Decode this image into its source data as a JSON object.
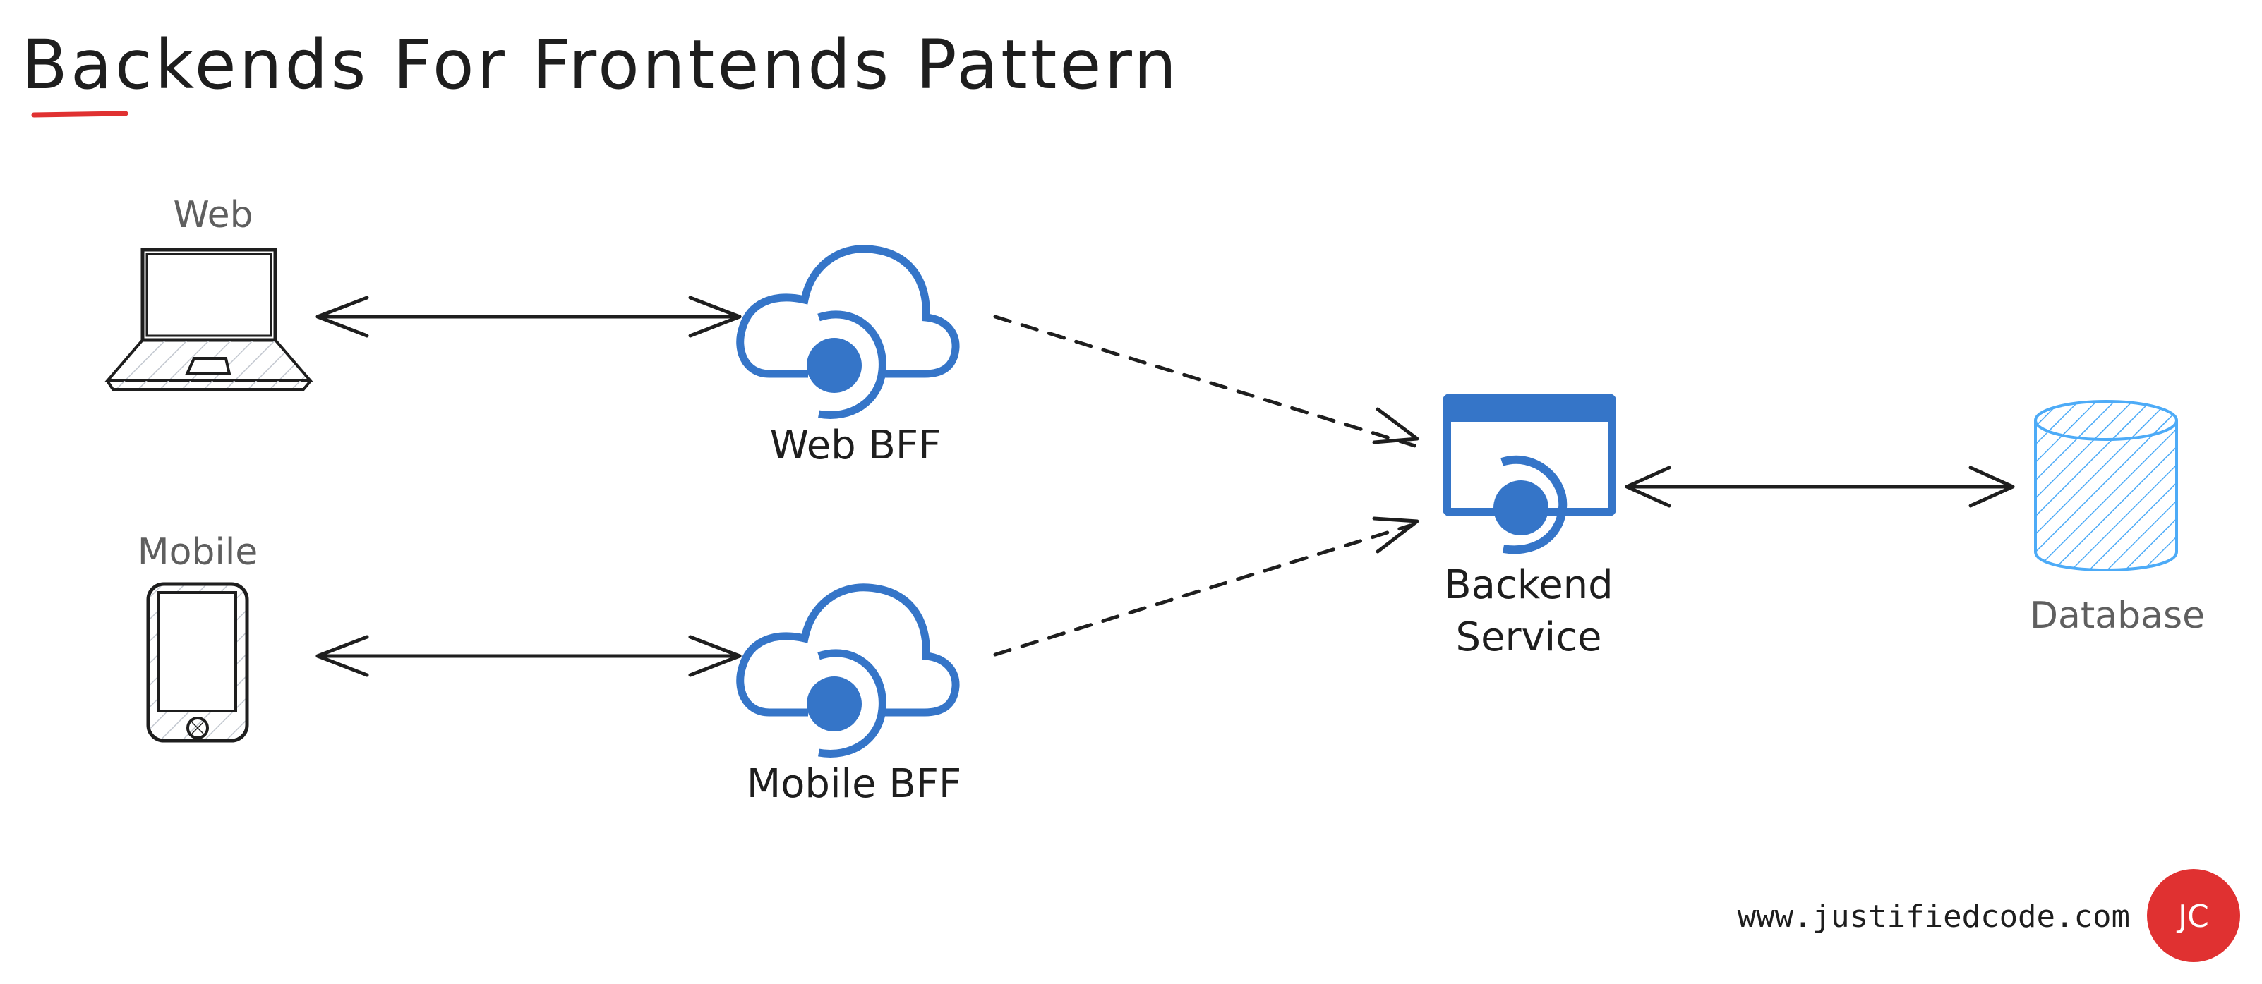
{
  "title": "Backends For Frontends Pattern",
  "colors": {
    "accent_underline": "#e03131",
    "service_blue": "#3575c8",
    "database_blue": "#4dabf7",
    "ink": "#1e1e1e",
    "muted_label": "#5f5f5f",
    "hatch_gray": "#c3c8d0",
    "badge_red": "#e03131"
  },
  "nodes": {
    "web_client": {
      "label": "Web",
      "icon": "laptop-icon"
    },
    "mobile_client": {
      "label": "Mobile",
      "icon": "smartphone-icon"
    },
    "web_bff": {
      "label": "Web BFF",
      "icon": "cloud-service-icon"
    },
    "mobile_bff": {
      "label": "Mobile BFF",
      "icon": "cloud-service-icon"
    },
    "backend_service": {
      "label_line1": "Backend",
      "label_line2": "Service",
      "icon": "app-service-icon"
    },
    "database": {
      "label": "Database",
      "icon": "database-cylinder-icon"
    }
  },
  "edges": [
    {
      "from": "Web",
      "to": "Web BFF",
      "style": "solid",
      "direction": "bidirectional"
    },
    {
      "from": "Mobile",
      "to": "Mobile BFF",
      "style": "solid",
      "direction": "bidirectional"
    },
    {
      "from": "Web BFF",
      "to": "Backend Service",
      "style": "dashed",
      "direction": "forward"
    },
    {
      "from": "Mobile BFF",
      "to": "Backend Service",
      "style": "dashed",
      "direction": "forward"
    },
    {
      "from": "Backend Service",
      "to": "Database",
      "style": "solid",
      "direction": "bidirectional"
    }
  ],
  "footer": {
    "url": "www.justifiedcode.com",
    "badge_initials": "JC"
  }
}
